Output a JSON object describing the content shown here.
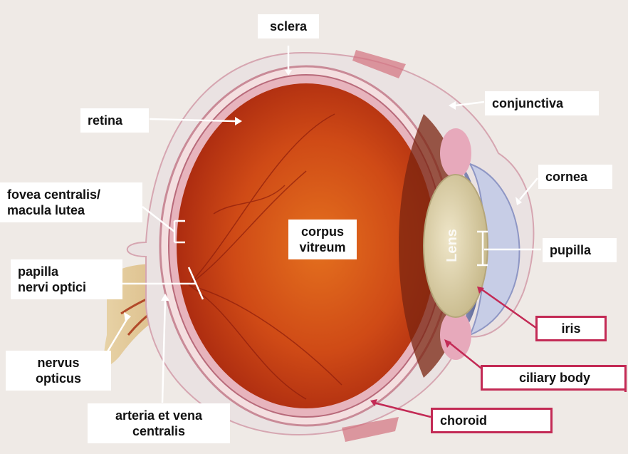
{
  "labels": {
    "sclera": "sclera",
    "retina": "retina",
    "conjunctiva": "conjunctiva",
    "cornea": "cornea",
    "fovea": "fovea centralis/\nmacula lutea",
    "corpus_vitreum": "corpus\nvitreum",
    "pupilla": "pupilla",
    "papilla": "papilla\nnervi optici",
    "iris": "iris",
    "ciliary_body": "ciliary body",
    "nervus_opticus": "nervus\nopticus",
    "arteria": "arteria et vena\ncentralis",
    "choroid": "choroid",
    "lens": "Lens"
  },
  "colors": {
    "background": "#efeae6",
    "vitreous": "#c0391a",
    "sclera_outline": "#c98a97",
    "accent": "#c32a55"
  }
}
